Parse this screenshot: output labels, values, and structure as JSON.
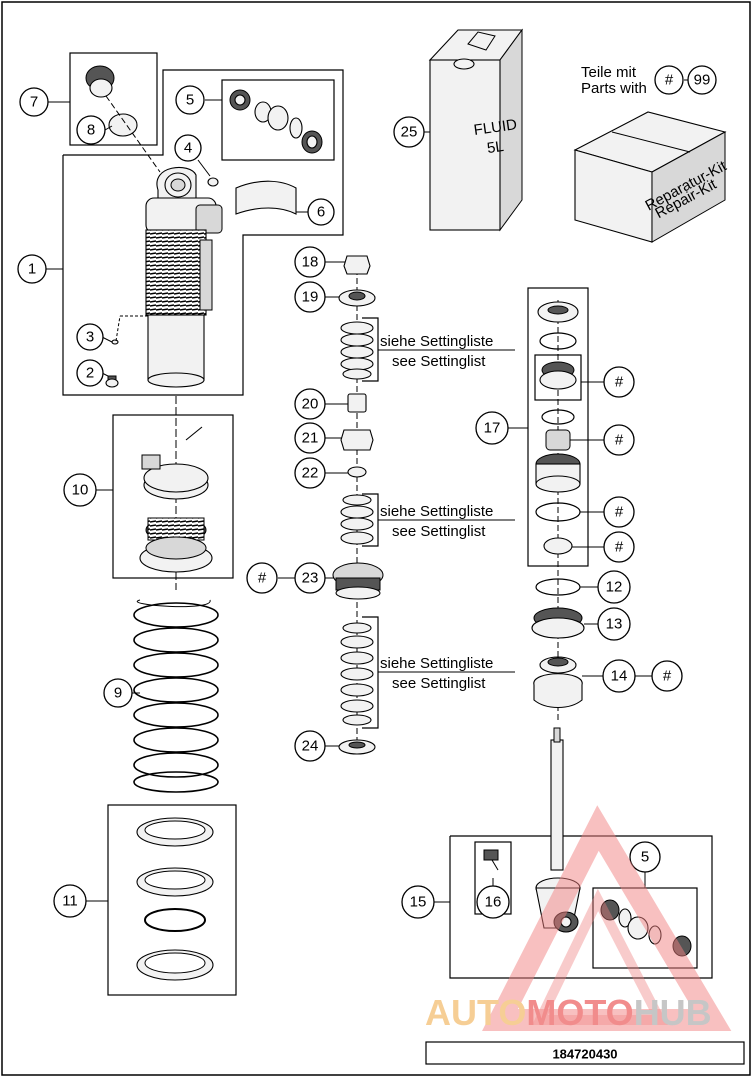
{
  "diagram": {
    "parts": [
      "1",
      "2",
      "3",
      "4",
      "5",
      "6",
      "7",
      "8",
      "9",
      "10",
      "11",
      "12",
      "13",
      "14",
      "15",
      "16",
      "17",
      "18",
      "19",
      "20",
      "21",
      "22",
      "23",
      "24",
      "25",
      "5"
    ],
    "hash": "#",
    "legend": {
      "line1": "Teile mit",
      "line2": "Parts with",
      "kit_number": "99"
    },
    "setting_note": {
      "de": "siehe Settingliste",
      "en": "see Settinglist"
    },
    "fluid_can": {
      "line1": "FLUID",
      "line2": "5L"
    },
    "repair_kit": {
      "line1": "Reparatur-Kit",
      "line2": "Repair-Kit"
    },
    "drawing_number": "184720430"
  },
  "watermark": {
    "part1": "AUTO",
    "part2": "MOTO",
    "part3": "HUB",
    "colors": [
      "#f6c98a",
      "#f08080",
      "#c0c0c0"
    ]
  }
}
